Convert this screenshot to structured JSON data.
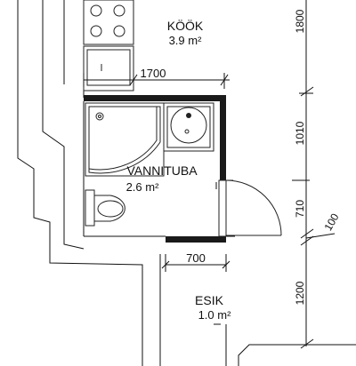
{
  "colors": {
    "line": "#111111",
    "wall_fill": "#1a1a1a",
    "background": "#ffffff"
  },
  "rooms": {
    "kitchen": {
      "name": "KÖÖK",
      "area": "3.9 m²"
    },
    "bathroom": {
      "name": "VANNITUBA",
      "area": "2.6 m²"
    },
    "hall": {
      "name": "ESIK",
      "area": "1.0 m²"
    }
  },
  "dimensions": {
    "kitchen_width": "1700",
    "hall_width": "700",
    "right_kitchen": "1800",
    "right_bath": "1010",
    "right_door": "710",
    "right_wall": "100",
    "right_hall": "1200"
  },
  "icons": [
    "stove-icon",
    "fridge-icon",
    "shower-icon",
    "sink-icon",
    "toilet-icon",
    "door-swing-icon"
  ]
}
